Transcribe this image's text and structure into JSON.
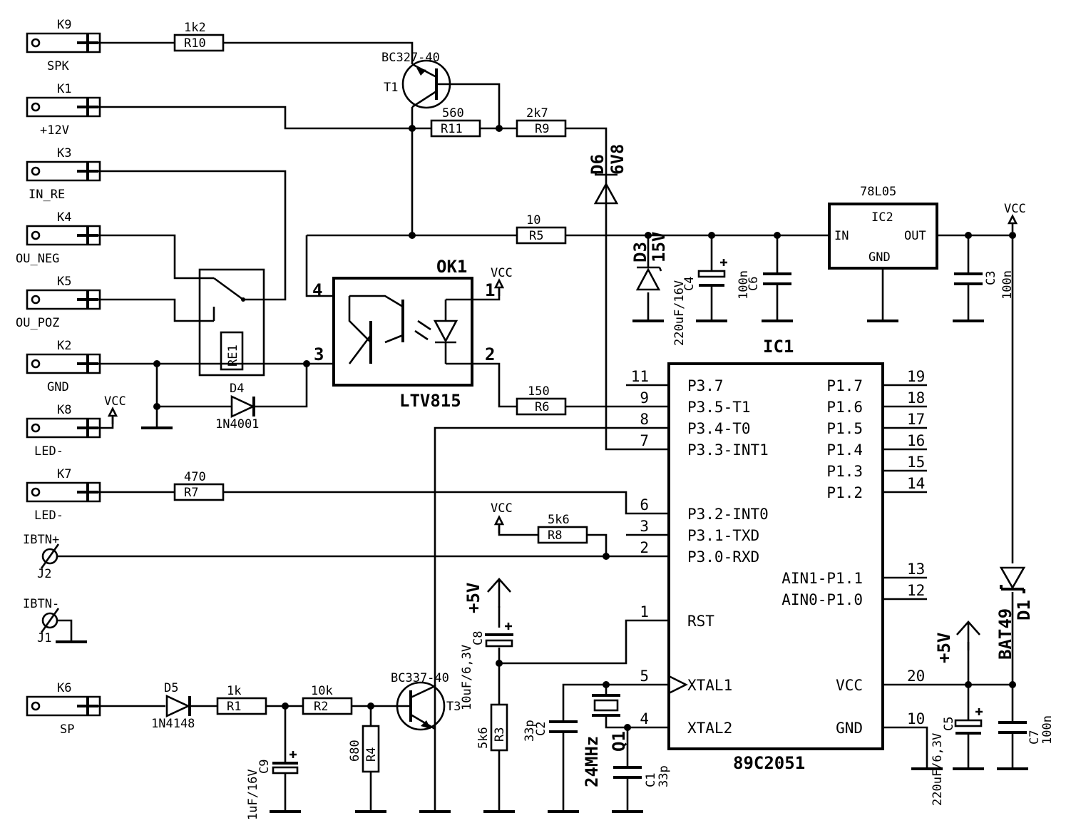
{
  "connectors": {
    "k9": {
      "name": "K9",
      "label": "SPK"
    },
    "k1": {
      "name": "K1",
      "label": "+12V"
    },
    "k3": {
      "name": "K3",
      "label": "IN_RE"
    },
    "k4": {
      "name": "K4",
      "label": "OU_NEG"
    },
    "k5": {
      "name": "K5",
      "label": "OU_POZ"
    },
    "k2": {
      "name": "K2",
      "label": "GND"
    },
    "k8": {
      "name": "K8",
      "label": "LED-"
    },
    "k7": {
      "name": "K7",
      "label": "LED-"
    },
    "k6": {
      "name": "K6",
      "label": "SP"
    },
    "j2": {
      "name": "J2",
      "label": "IBTN+"
    },
    "j1": {
      "name": "J1",
      "label": "IBTN-"
    }
  },
  "resistors": {
    "r10": {
      "ref": "R10",
      "value": "1k2"
    },
    "r11": {
      "ref": "R11",
      "value": "560"
    },
    "r9": {
      "ref": "R9",
      "value": "2k7"
    },
    "r5": {
      "ref": "R5",
      "value": "10"
    },
    "r6": {
      "ref": "R6",
      "value": "150"
    },
    "r7": {
      "ref": "R7",
      "value": "470"
    },
    "r8": {
      "ref": "R8",
      "value": "5k6"
    },
    "r1": {
      "ref": "R1",
      "value": "1k"
    },
    "r2": {
      "ref": "R2",
      "value": "10k"
    },
    "r4": {
      "ref": "R4",
      "value": "680"
    },
    "r3": {
      "ref": "R3",
      "value": "5k6"
    }
  },
  "transistors": {
    "t1": {
      "ref": "T1",
      "part": "BC327-40"
    },
    "t3": {
      "ref": "T3",
      "part": "BC337-40"
    }
  },
  "diodes": {
    "d6": {
      "ref": "D6",
      "value": "6V8"
    },
    "d3": {
      "ref": "D3",
      "value": "15V"
    },
    "d4": {
      "ref": "D4",
      "value": "1N4001"
    },
    "d5": {
      "ref": "D5",
      "value": "1N4148"
    },
    "d1": {
      "ref": "D1",
      "value": "BAT49"
    }
  },
  "capacitors": {
    "c4": {
      "ref": "C4",
      "value": "220uF/16V"
    },
    "c6": {
      "ref": "C6",
      "value": "100n"
    },
    "c3": {
      "ref": "C3",
      "value": "100n"
    },
    "c8": {
      "ref": "C8",
      "value": "10uF/6,3V"
    },
    "c9": {
      "ref": "C9",
      "value": "1uF/16V"
    },
    "c2": {
      "ref": "C2",
      "value": "33p"
    },
    "c1": {
      "ref": "C1",
      "value": "33p"
    },
    "c5": {
      "ref": "C5",
      "value": "220uF/6,3V"
    },
    "c7": {
      "ref": "C7",
      "value": "100n"
    }
  },
  "regulator": {
    "ref": "IC2",
    "part": "78L05",
    "in": "IN",
    "out": "OUT",
    "gnd": "GND"
  },
  "optocoupler": {
    "ref": "OK1",
    "part": "LTV815",
    "pins": [
      "1",
      "2",
      "3",
      "4"
    ]
  },
  "relay": {
    "ref": "RE1"
  },
  "crystal": {
    "ref": "Q1",
    "value": "24MHz"
  },
  "power": {
    "vcc": "VCC",
    "plus5": "+5V"
  },
  "mcu": {
    "ref": "IC1",
    "part": "89C2051",
    "left_pins": [
      {
        "num": "11",
        "name": "P3.7"
      },
      {
        "num": "9",
        "name": "P3.5-T1"
      },
      {
        "num": "8",
        "name": "P3.4-T0"
      },
      {
        "num": "7",
        "name": "P3.3-INT1"
      },
      {
        "num": "6",
        "name": "P3.2-INT0"
      },
      {
        "num": "3",
        "name": "P3.1-TXD"
      },
      {
        "num": "2",
        "name": "P3.0-RXD"
      },
      {
        "num": "1",
        "name": "RST"
      },
      {
        "num": "5",
        "name": "XTAL1"
      },
      {
        "num": "4",
        "name": "XTAL2"
      }
    ],
    "right_pins": [
      {
        "num": "19",
        "name": "P1.7"
      },
      {
        "num": "18",
        "name": "P1.6"
      },
      {
        "num": "17",
        "name": "P1.5"
      },
      {
        "num": "16",
        "name": "P1.4"
      },
      {
        "num": "15",
        "name": "P1.3"
      },
      {
        "num": "14",
        "name": "P1.2"
      },
      {
        "num": "13",
        "name": "AIN1-P1.1"
      },
      {
        "num": "12",
        "name": "AIN0-P1.0"
      },
      {
        "num": "20",
        "name": "VCC"
      },
      {
        "num": "10",
        "name": "GND"
      }
    ]
  }
}
